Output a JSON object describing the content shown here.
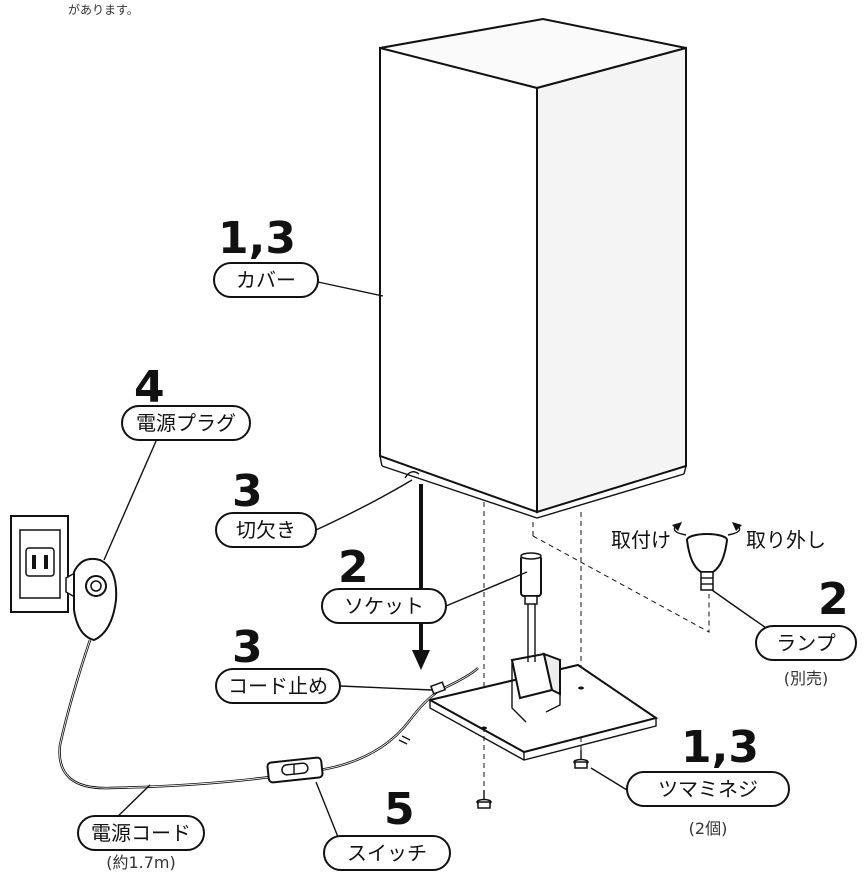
{
  "note": "があります。",
  "labels": {
    "cover": {
      "num": "1,3",
      "name": "カバー"
    },
    "plug": {
      "num": "4",
      "name": "電源プラグ"
    },
    "notch": {
      "num": "3",
      "name": "切欠き"
    },
    "socket": {
      "num": "2",
      "name": "ソケット"
    },
    "cord_stop": {
      "num": "3",
      "name": "コード止め"
    },
    "lamp": {
      "num": "2",
      "name": "ランプ",
      "sub": "(別売)"
    },
    "knob_screw": {
      "num": "1,3",
      "name": "ツマミネジ",
      "sub": "(2個)"
    },
    "power_cord": {
      "name": "電源コード",
      "sub": "(約1.7m)"
    },
    "switch": {
      "num": "5",
      "name": "スイッチ"
    }
  },
  "lamp_actions": {
    "attach": "取付け",
    "detach": "取り外し"
  }
}
